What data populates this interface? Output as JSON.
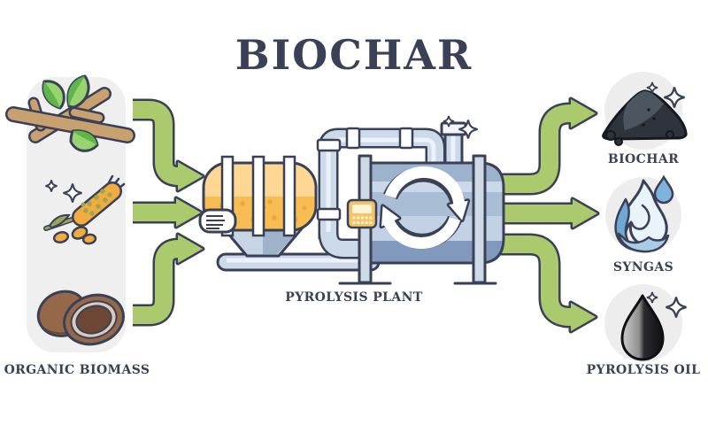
{
  "title": "BIOCHAR",
  "labels": {
    "organic_biomass": "ORGANIC BIOMASS",
    "pyrolysis_plant": "PYROLYSIS PLANT",
    "biochar": "BIOCHAR",
    "syngas": "SYNGAS",
    "pyrolysis_oil": "PYROLYSIS OIL"
  },
  "diagram": {
    "inputs": [
      "branch-with-leaves-icon",
      "wheat-grain-icon",
      "coconut-shells-icon"
    ],
    "process": [
      "feedstock-hopper",
      "pipework",
      "reactor-tank",
      "recycle-arrows-icon",
      "control-keypad",
      "chimney-vent"
    ],
    "outputs": [
      "biochar-pile-icon",
      "syngas-flame-icon",
      "pyrolysis-oil-drop-icon"
    ],
    "decorations": [
      "sparkle-icons",
      "water-droplet-icon"
    ]
  },
  "colors": {
    "ink": "#3a4156",
    "green": "#abc96d",
    "panel": "#efeff0",
    "wood": "#c9a06f",
    "leaf-dark": "#5eb54a",
    "leaf-light": "#97d36e",
    "wheat-orange": "#f2ab3e",
    "olive": "#9aa656",
    "coco": "#96684a",
    "coco-dark": "#6d4733",
    "coco-cream": "#d9cbbb",
    "hopper-light": "#fdd793",
    "hopper-dark": "#f8bd52",
    "hopper-dot": "#eda63b",
    "pipe": "#ccd9e8",
    "pipe-hi": "#ebf2f9",
    "strap": "#cdd9e6",
    "band1": "#9db2cd",
    "band2": "#cbd8e9",
    "band3": "#a9bdd4",
    "band4": "#c2d1e3",
    "band5": "#8099bc",
    "funnel-light": "#c6d4e4",
    "funnel-dark": "#9fb2c9",
    "keypad": "#f3c468",
    "keypad-screen": "#fdf3d6",
    "char": "#2e333c",
    "char-light": "#4d5560",
    "flame-body": "#e9f3fa",
    "flame-mid": "#a9cce6",
    "flame-dark": "#6fa8d4",
    "water-blue": "#7fb3dc",
    "circle-bg": "#ededee",
    "oil-dark": "#101014"
  }
}
